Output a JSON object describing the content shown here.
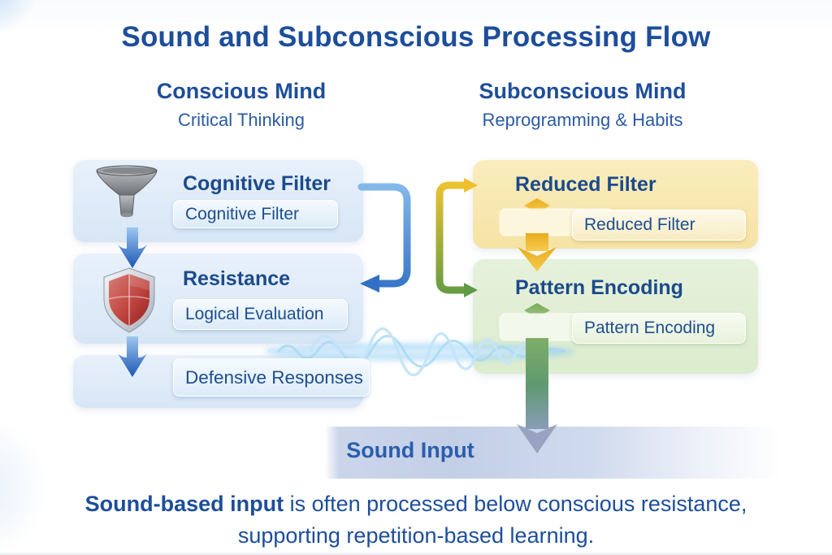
{
  "title": "Sound and Subconscious Processing Flow",
  "columns": {
    "left": {
      "heading": "Conscious Mind",
      "subheading": "Critical Thinking"
    },
    "right": {
      "heading": "Subconscious Mind",
      "subheading": "Reprogramming & Habits"
    }
  },
  "left_flow": {
    "box1": {
      "heading": "Cognitive Filter",
      "tag": "Cognitive Filter",
      "icon": "funnel-icon"
    },
    "box2": {
      "heading": "Resistance",
      "tag": "Logical Evaluation",
      "icon": "shield-icon"
    },
    "box3": {
      "tag": "Defensive Responses"
    }
  },
  "right_flow": {
    "box1": {
      "heading": "Reduced Filter",
      "tag": "Reduced Filter"
    },
    "box2": {
      "heading": "Pattern Encoding",
      "tag": "Pattern Encoding"
    }
  },
  "sound_input": {
    "label": "Sound Input"
  },
  "caption": {
    "lead": "Sound-based input",
    "line1_rest": " is often processed below conscious resistance,",
    "line2": "supporting repetition-based learning."
  },
  "colors": {
    "title_navy": "#1d4e9b",
    "heading_navy": "#1b4a8c",
    "conscious_box_blue": "#dde9f7",
    "subconscious_yellow": "#f8e8ae",
    "subconscious_green": "#e0efd2",
    "arrow_blue": "#3a7ecf",
    "arrow_yellow": "#f2c230",
    "arrow_green": "#5e9a44",
    "sound_band_blue": "#c3cfe7",
    "wave_blue": "#9fd2f3"
  }
}
